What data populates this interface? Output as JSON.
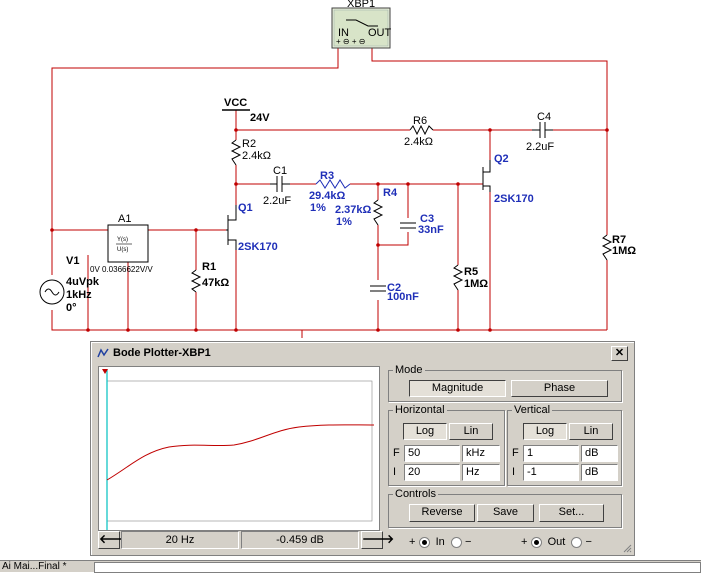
{
  "instrument": {
    "name": "XBP1",
    "in_label": "IN",
    "out_label": "OUT"
  },
  "circuit": {
    "vcc_label": "VCC",
    "vcc_value": "24V",
    "components": {
      "R2": {
        "name": "R2",
        "value": "2.4kΩ"
      },
      "R6": {
        "name": "R6",
        "value": "2.4kΩ"
      },
      "C4": {
        "name": "C4",
        "value": "2.2uF"
      },
      "Q2": {
        "name": "Q2",
        "model": "2SK170"
      },
      "C1": {
        "name": "C1",
        "value": "2.2uF"
      },
      "R3": {
        "name": "R3",
        "value": "29.4kΩ",
        "tol": "1%"
      },
      "R4": {
        "name": "R4",
        "value": "2.37kΩ",
        "tol": "1%"
      },
      "C3": {
        "name": "C3",
        "value": "33nF"
      },
      "Q1": {
        "name": "Q1",
        "model": "2SK170"
      },
      "A1": {
        "name": "A1",
        "caption": "0V 0.0366622V/V"
      },
      "V1": {
        "name": "V1",
        "amp": "4uVpk",
        "freq": "1kHz",
        "phase": "0°"
      },
      "R1": {
        "name": "R1",
        "value": "47kΩ"
      },
      "R5": {
        "name": "R5",
        "value": "1MΩ"
      },
      "R7": {
        "name": "R7",
        "value": "1MΩ"
      },
      "C2": {
        "name": "C2",
        "value": "100nF"
      }
    }
  },
  "bode": {
    "title": "Bode Plotter-XBP1",
    "close": "✕",
    "mode": {
      "label": "Mode",
      "magnitude": "Magnitude",
      "phase": "Phase",
      "active": "magnitude"
    },
    "horizontal": {
      "label": "Horizontal",
      "log": "Log",
      "lin": "Lin",
      "f_label": "F",
      "f_value": "50",
      "f_unit": "kHz",
      "i_label": "I",
      "i_value": "20",
      "i_unit": "Hz"
    },
    "vertical": {
      "label": "Vertical",
      "log": "Log",
      "lin": "Lin",
      "f_label": "F",
      "f_value": "1",
      "f_unit": "dB",
      "i_label": "I",
      "i_value": "-1",
      "i_unit": "dB"
    },
    "controls": {
      "label": "Controls",
      "reverse": "Reverse",
      "save": "Save",
      "set": "Set..."
    },
    "readout": {
      "freq": "20  Hz",
      "value": "-0.459 dB"
    },
    "terminals": {
      "plus": "+",
      "minus": "−",
      "in": "In",
      "out": "Out"
    }
  },
  "taskbar": {
    "tab": "Ai Mai...Final *"
  }
}
